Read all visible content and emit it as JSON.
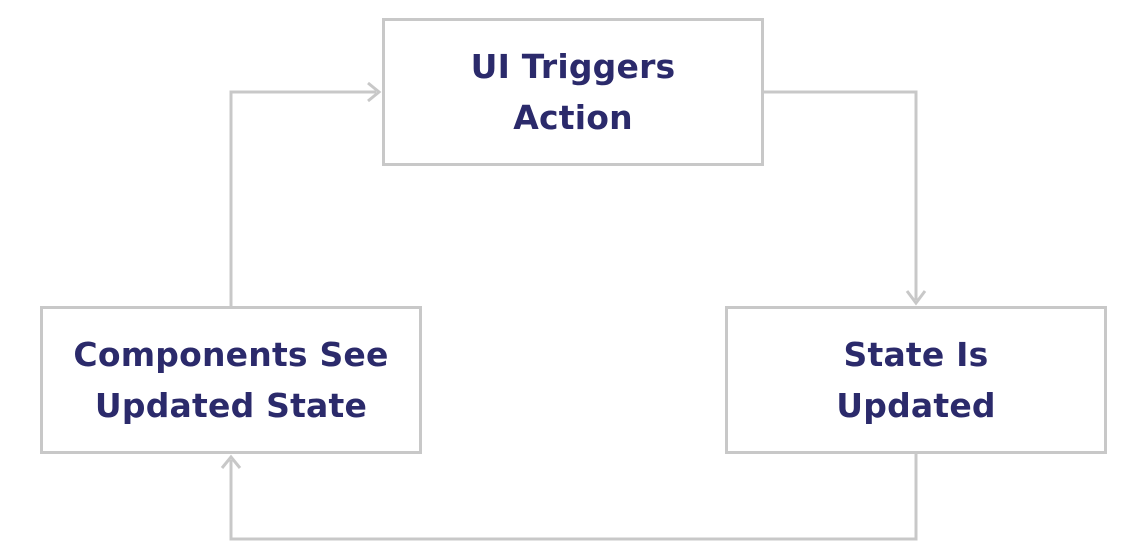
{
  "diagram": {
    "nodes": [
      {
        "id": "ui-triggers-action",
        "lines": [
          "UI Triggers",
          "Action"
        ]
      },
      {
        "id": "state-is-updated",
        "lines": [
          "State Is",
          "Updated"
        ]
      },
      {
        "id": "components-see-updated-state",
        "lines": [
          "Components See",
          "Updated State"
        ]
      }
    ],
    "edges": [
      {
        "from": "ui-triggers-action",
        "to": "state-is-updated"
      },
      {
        "from": "state-is-updated",
        "to": "components-see-updated-state"
      },
      {
        "from": "components-see-updated-state",
        "to": "ui-triggers-action"
      }
    ],
    "colors": {
      "border": "#c8c8c8",
      "connector": "#c8c8c8",
      "text": "#2b2a6b",
      "background": "#ffffff"
    }
  }
}
